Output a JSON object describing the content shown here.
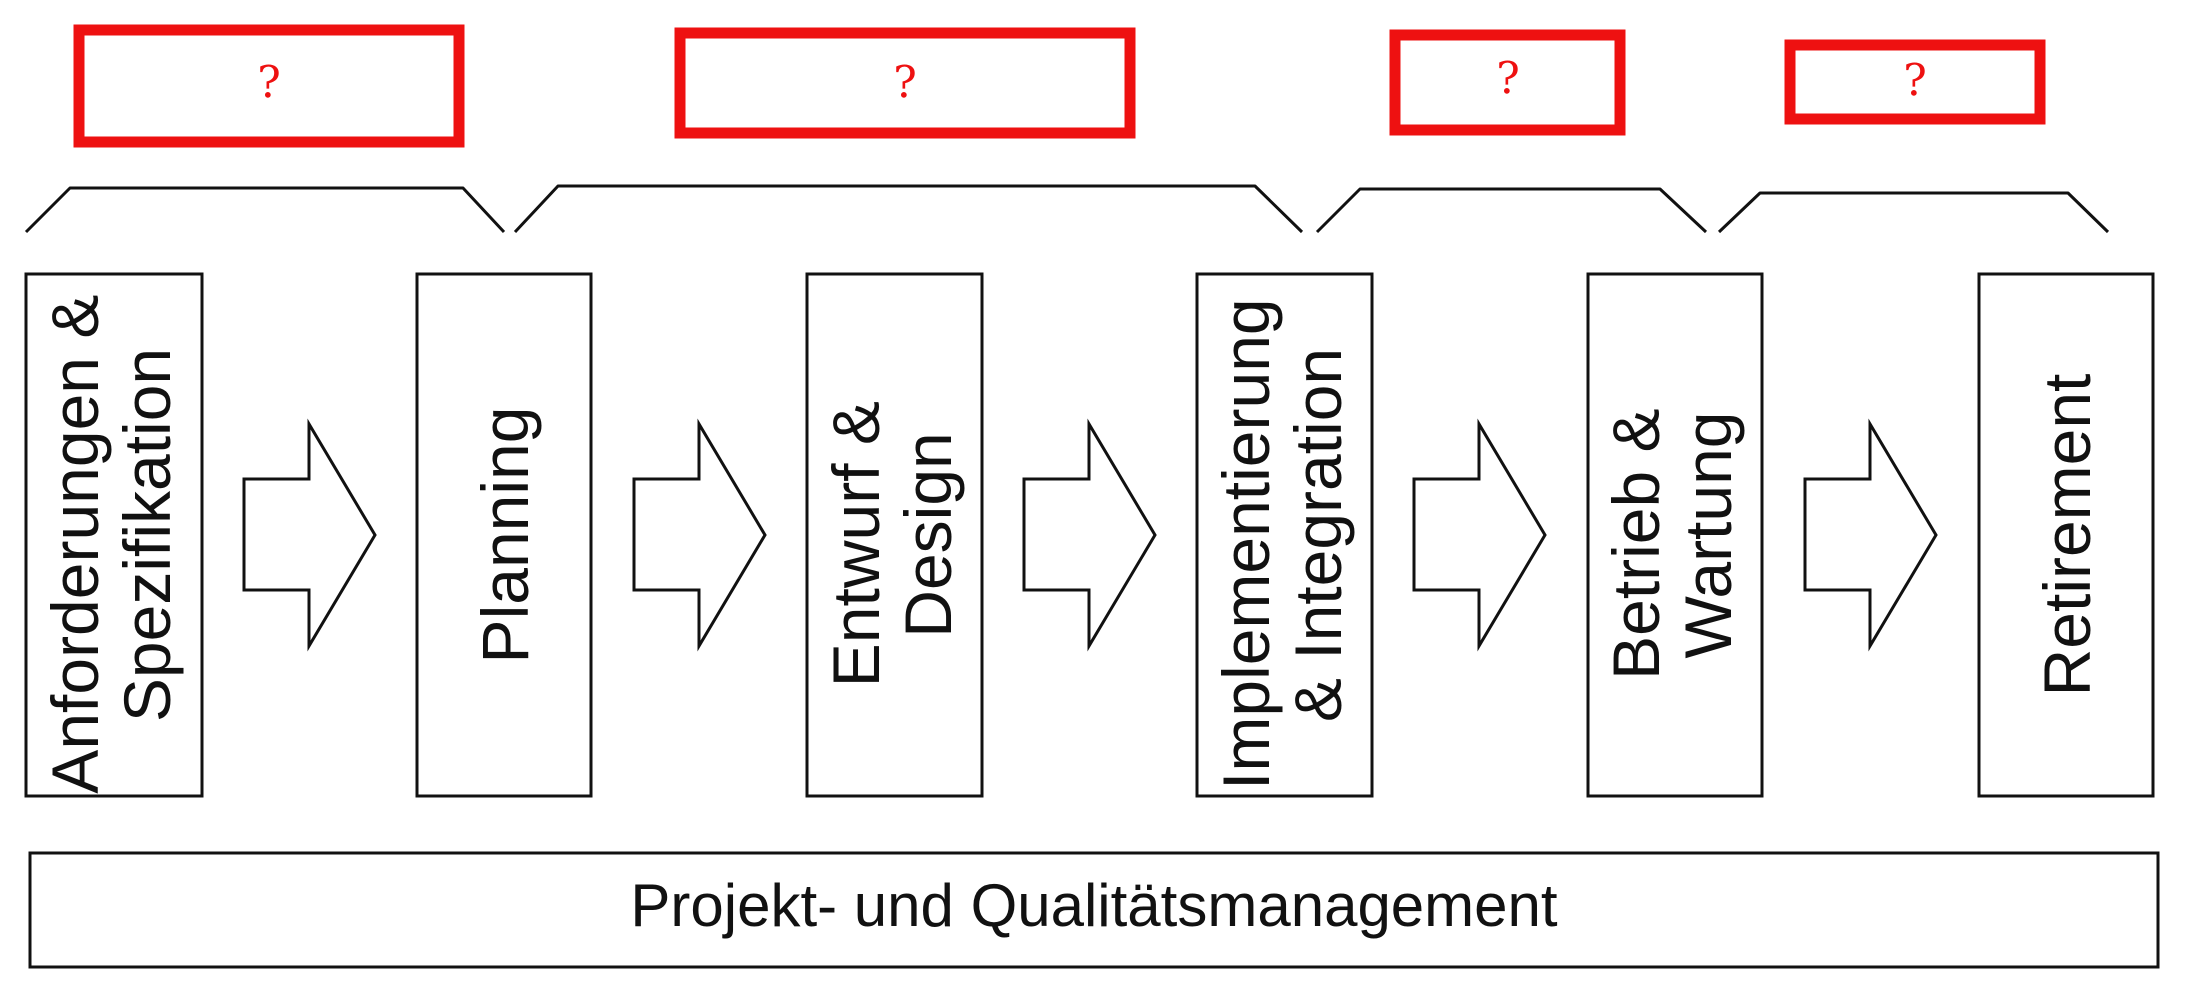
{
  "question_boxes": [
    {
      "label": "?"
    },
    {
      "label": "?"
    },
    {
      "label": "?"
    },
    {
      "label": "?"
    }
  ],
  "phases": [
    {
      "lines": [
        "Anforderungen &",
        "Spezifikation"
      ]
    },
    {
      "lines": [
        "Planning"
      ]
    },
    {
      "lines": [
        "Entwurf &",
        "Design"
      ]
    },
    {
      "lines": [
        "Implementierung",
        "& Integration"
      ]
    },
    {
      "lines": [
        "Betrieb &",
        "Wartung"
      ]
    },
    {
      "lines": [
        "Retirement"
      ]
    }
  ],
  "footer": {
    "label": "Projekt- und Qualitätsmanagement"
  },
  "colors": {
    "accent": "#ee1111",
    "stroke": "#111111",
    "background": "#ffffff"
  }
}
